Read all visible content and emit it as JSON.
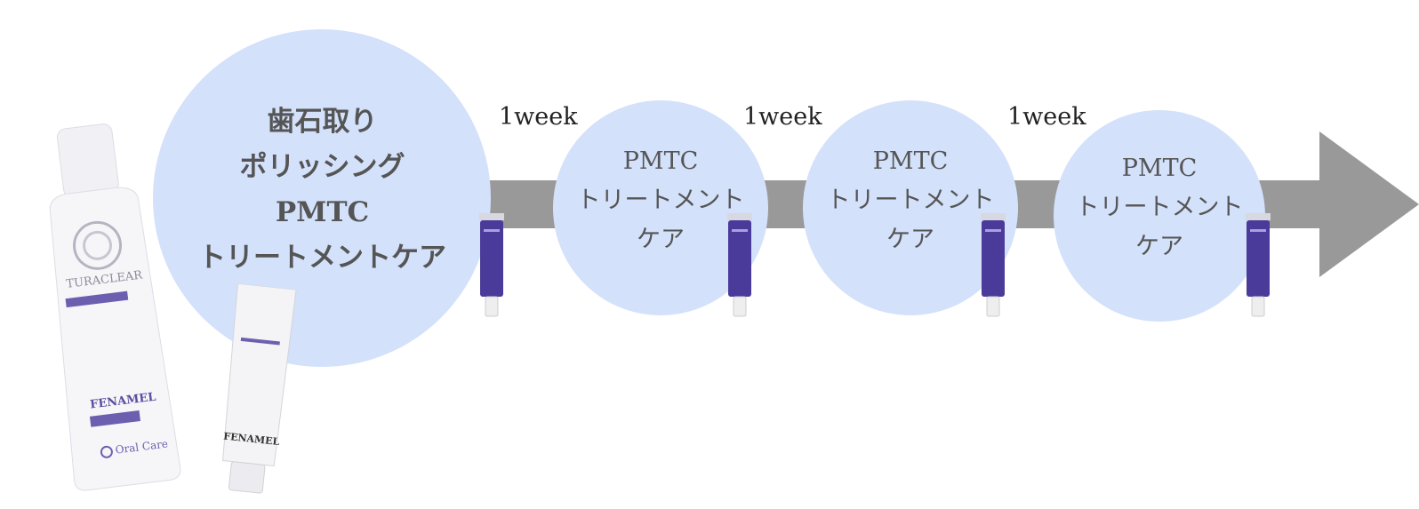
{
  "steps": [
    {
      "lines": [
        "歯石取り",
        "ポリッシング",
        "PMTC",
        "トリートメントケア"
      ]
    },
    {
      "lines": [
        "PMTC",
        "トリートメント",
        "ケア"
      ]
    },
    {
      "lines": [
        "PMTC",
        "トリートメント",
        "ケア"
      ]
    },
    {
      "lines": [
        "PMTC",
        "トリートメント",
        "ケア"
      ]
    }
  ],
  "intervals": [
    "1week",
    "1week",
    "1week"
  ],
  "products": {
    "bottle": {
      "brand": "TURACLEAR",
      "line": "FENAMEL",
      "maker": "Oral Care"
    },
    "tube": {
      "line": "FENAMEL"
    }
  },
  "colors": {
    "circle": "#d3e1fb",
    "arrow": "#999999",
    "tube": "#4a3a9a",
    "text": "#555555"
  }
}
